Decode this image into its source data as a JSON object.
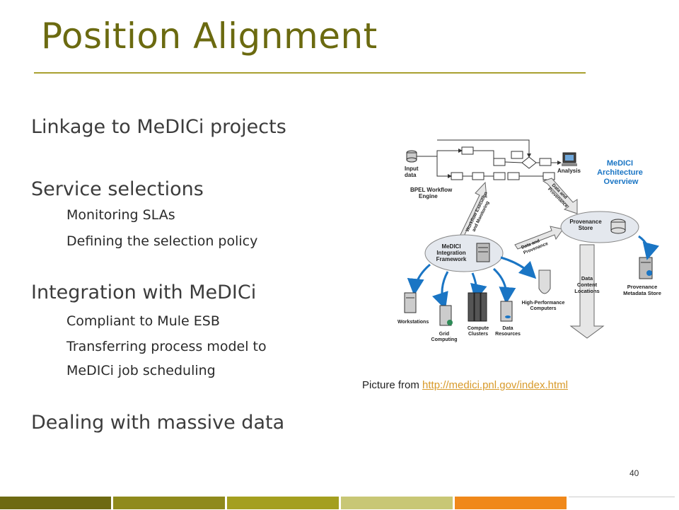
{
  "slide": {
    "title": "Position Alignment",
    "page_number": "40"
  },
  "bullets": [
    {
      "text": "Linkage to MeDICi projects",
      "level": 1
    },
    {
      "text": "Service selections",
      "level": 1
    },
    {
      "text": "Monitoring SLAs",
      "level": 2
    },
    {
      "text": "Defining the selection policy",
      "level": 2
    },
    {
      "text": "Integration with MeDICi",
      "level": 1
    },
    {
      "text": "Compliant to Mule ESB",
      "level": 2
    },
    {
      "text": "Transferring process model to",
      "level": 2
    },
    {
      "text": "MeDICi job scheduling",
      "level": 2
    },
    {
      "text": "Dealing with massive data",
      "level": 1
    }
  ],
  "figure": {
    "overview_title": [
      "MeDICI",
      "Architecture",
      "Overview"
    ],
    "input_label": [
      "Input",
      "data"
    ],
    "bpel_label": [
      "BPEL Workflow",
      "Engine"
    ],
    "analysis_label": "Analysis",
    "workflow_arrow_label": [
      "Workflow Execution",
      "and Monitoring"
    ],
    "data_prov_label": [
      "Data and",
      "Provenance"
    ],
    "prov_store_label": [
      "Provenance",
      "Store"
    ],
    "framework_label": [
      "MeDICI",
      "Integration",
      "Framework"
    ],
    "data_content_label": [
      "Data",
      "Content",
      "Locations"
    ],
    "prov_meta_label": [
      "Provenance",
      "Metadata Store"
    ],
    "hpc_label": [
      "High-Performance",
      "Computers"
    ],
    "workstations_label": "Workstations",
    "grid_label": [
      "Grid",
      "Computing"
    ],
    "compute_label": [
      "Compute",
      "Clusters"
    ],
    "resources_label": [
      "Data",
      "Resources"
    ]
  },
  "caption": {
    "prefix": "Picture from ",
    "link": "http://medici.pnl.gov/index.html"
  },
  "colors": {
    "title": "#6b6a10",
    "accent_blue": "#1a75c4",
    "footer": [
      "#6e6a12",
      "#8f8a1c",
      "#a49f1f",
      "#c8c775",
      "#f0881a",
      "#ffffff"
    ]
  }
}
